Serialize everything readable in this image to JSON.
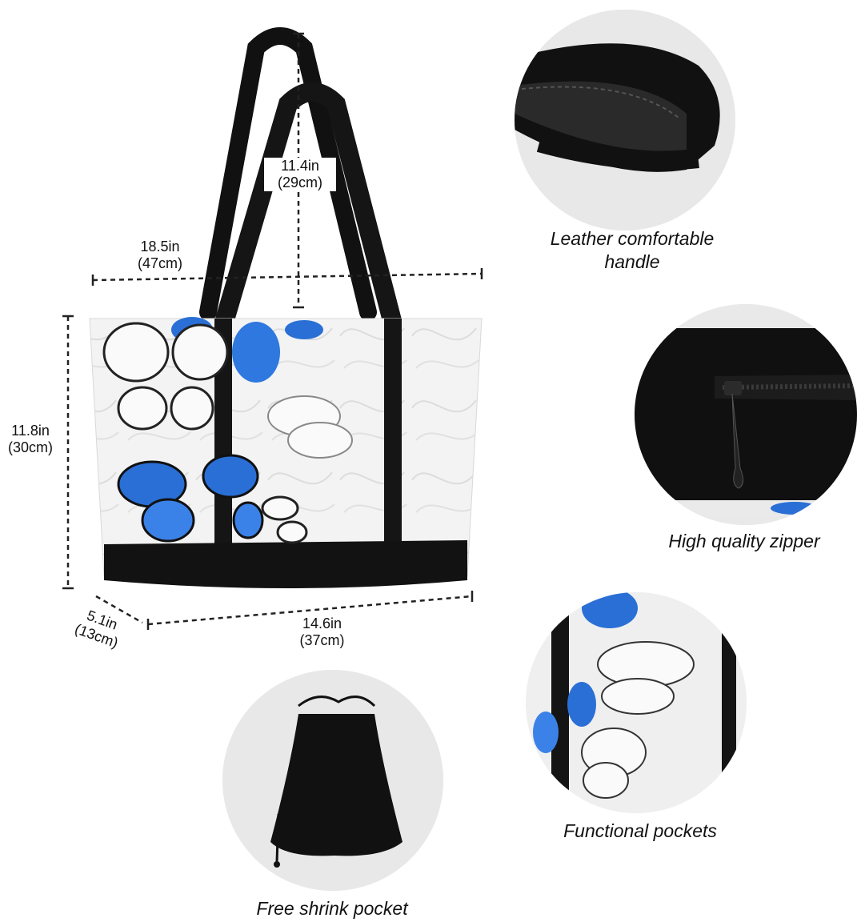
{
  "dimensions": {
    "handle_drop": {
      "imperial": "11.4in",
      "metric": "(29cm)"
    },
    "top_width": {
      "imperial": "18.5in",
      "metric": "(47cm)"
    },
    "height": {
      "imperial": "11.8in",
      "metric": "(30cm)"
    },
    "depth": {
      "imperial": "5.1in",
      "metric": "(13cm)"
    },
    "bottom_width": {
      "imperial": "14.6in",
      "metric": "(37cm)"
    }
  },
  "features": {
    "handle": "Leather comfortable\nhandle",
    "zipper": "High quality zipper",
    "pockets": "Functional pockets",
    "shrink_pocket": "Free shrink pocket"
  },
  "colors": {
    "leather": "#111111",
    "butterfly_blue": "#2a6fd6",
    "bag_body": "#f3f3f3"
  }
}
